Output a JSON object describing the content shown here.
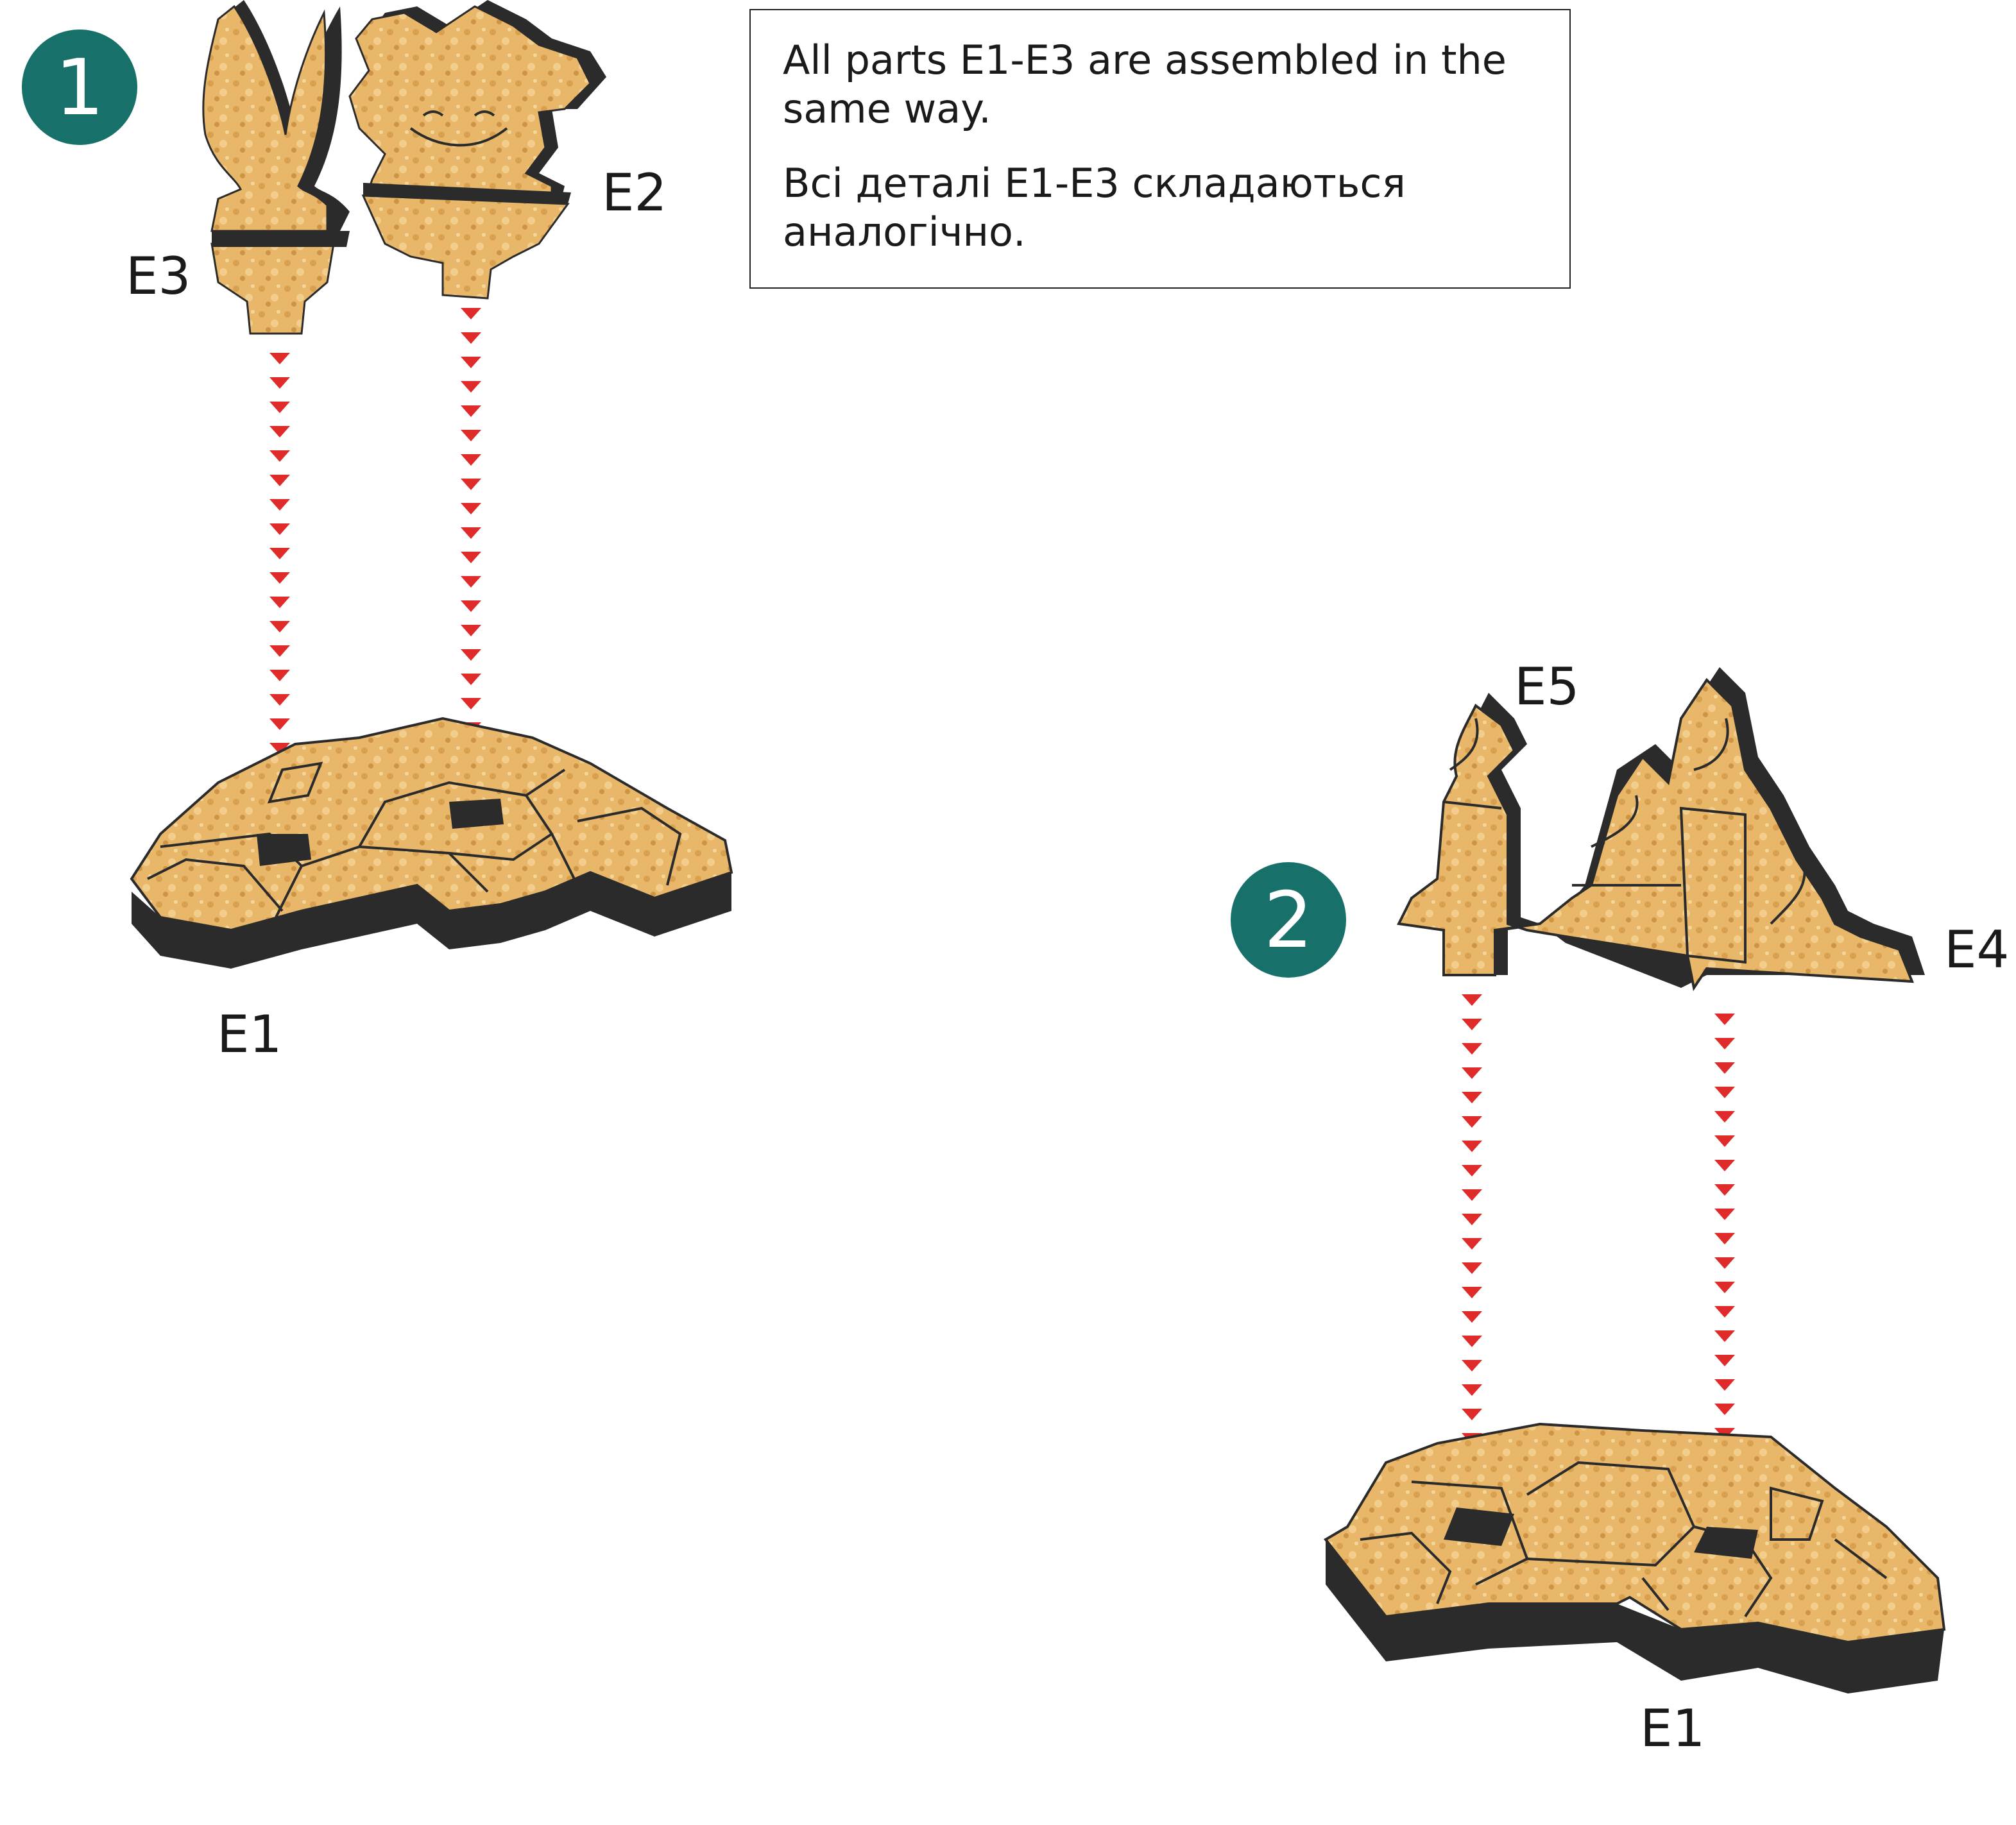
{
  "note": {
    "en": "All parts E1-E3 are assembled in the same way.",
    "uk": "Всі деталі Е1-Е3 складаються аналогічно."
  },
  "steps": [
    {
      "number": "1",
      "parts": {
        "base": "E1",
        "left": "E3",
        "right": "E2"
      }
    },
    {
      "number": "2",
      "parts": {
        "base": "E1",
        "left": "E5",
        "right": "E4"
      }
    }
  ],
  "colors": {
    "badge": "#17706a",
    "arrow": "#e02b2b",
    "wood": "#e8b76a",
    "wood_edge": "#2b2b2b"
  }
}
